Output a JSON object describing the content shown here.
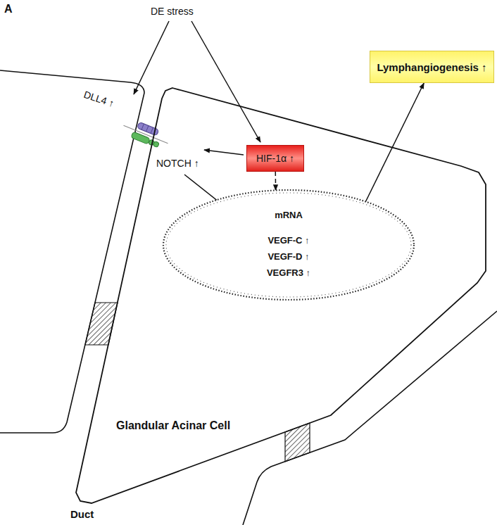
{
  "diagram": {
    "nodes": [
      {
        "text": [
          "Glandular Acinar Cell"
        ]
      },
      {
        "text": [
          "HIF-1α ↑"
        ],
        "in": 0
      },
      {
        "text": [
          "mRNA",
          "VEGF-C ↑",
          "VEGF-D ↑",
          "VEGFR3 ↑"
        ],
        "in": 0
      },
      {
        "text": [
          "Lymphangiogenesis ↑"
        ]
      }
    ],
    "edges": [
      {
        "from": 1,
        "to": 2,
        "arrow": "to"
      },
      {
        "from": 2,
        "to": 3,
        "arrow": "to"
      }
    ],
    "labels": [
      "A",
      "DE stress",
      "DLL4 ↑",
      "NOTCH ↑",
      "Duct"
    ]
  }
}
